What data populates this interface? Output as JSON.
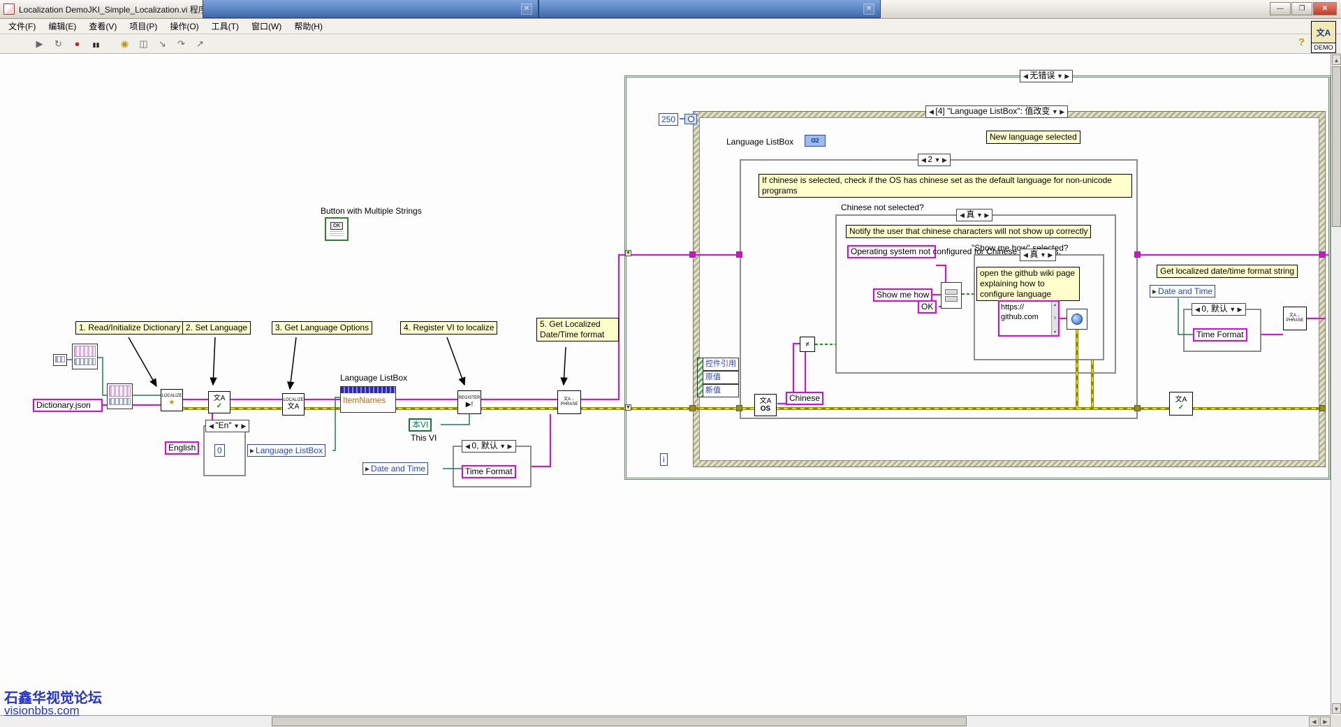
{
  "window": {
    "title": "Localization DemoJKI_Simple_Localization.vi 程序框图",
    "minimize": "—",
    "maximize": "❐",
    "close": "✕"
  },
  "background_windows": {
    "close1": "✕",
    "close2": "✕"
  },
  "menu": {
    "items": [
      "文件(F)",
      "编辑(E)",
      "查看(V)",
      "项目(P)",
      "操作(O)",
      "工具(T)",
      "窗口(W)",
      "帮助(H)"
    ]
  },
  "toolbar": {
    "help": "?"
  },
  "vi_badge": {
    "glyph": "文A",
    "name": "DEMO"
  },
  "watermark": {
    "line1": "石鑫华视觉论坛",
    "line2": "visionbbs.com"
  },
  "diagram": {
    "steps": {
      "s1": "1. Read/Initialize Dictionary",
      "s2": "2. Set Language",
      "s3": "3. Get Language Options",
      "s4": "4. Register VI to localize",
      "s5": "5. Get Localized Date/Time format"
    },
    "labels": {
      "button_multi": "Button with Multiple Strings",
      "language_listbox": "Language ListBox",
      "event_listbox": "Language ListBox",
      "this_vi": "This VI",
      "chinese_not_selected": "Chinese not selected?",
      "smh_selected": "\"Show me how\" selected?",
      "listbox_terminal": "I32"
    },
    "constants": {
      "dictionary": "Dictionary.json",
      "english": "English",
      "zero": "0",
      "timeout": "250",
      "chinese": "Chinese",
      "show_me_how": "Show me how",
      "ok": "OK",
      "os_warning": "Operating system not configured for Chinese characters.",
      "url_line1": "https://",
      "url_line2": "github.com",
      "time_format_1": "Time Format",
      "time_format_2": "Time Format",
      "this_vi_ref": "本VI",
      "iteration": "i"
    },
    "refs": {
      "language_listbox": "Language ListBox",
      "date_time_1": "Date and Time",
      "date_time_2": "Date and Time"
    },
    "selectors": {
      "no_error": "无错误",
      "event_case": "[4] \"Language ListBox\": 值改变",
      "num_case": "2",
      "true_1": "真",
      "true_2": "真",
      "default_1": "0, 默认",
      "default_2": "0, 默认",
      "en_case": "\"En\""
    },
    "comments": {
      "new_language": "New language selected",
      "if_chinese": "If chinese is selected, check if the OS has chinese set as the default language for non-unicode programs",
      "notify": "Notify the user that chinese characters will not show up correctly",
      "open_github": "open the github wiki page explaining how to configure language",
      "get_localized": "Get localized date/time format string"
    },
    "event_node": {
      "r1": "控件引用",
      "r2": "原值",
      "r3": "新值"
    },
    "property_node": {
      "name": "ItemNames"
    },
    "vi_icons": {
      "localize": "LOCALIZE",
      "register": "REGISTER",
      "phrase": "PHRASE",
      "wen_a": "文A",
      "wen_arrow": "文A→",
      "os": "OS",
      "star": "★",
      "check": "✓",
      "play": "▶!",
      "neq": "≠",
      "ok_mini": "OK"
    }
  }
}
